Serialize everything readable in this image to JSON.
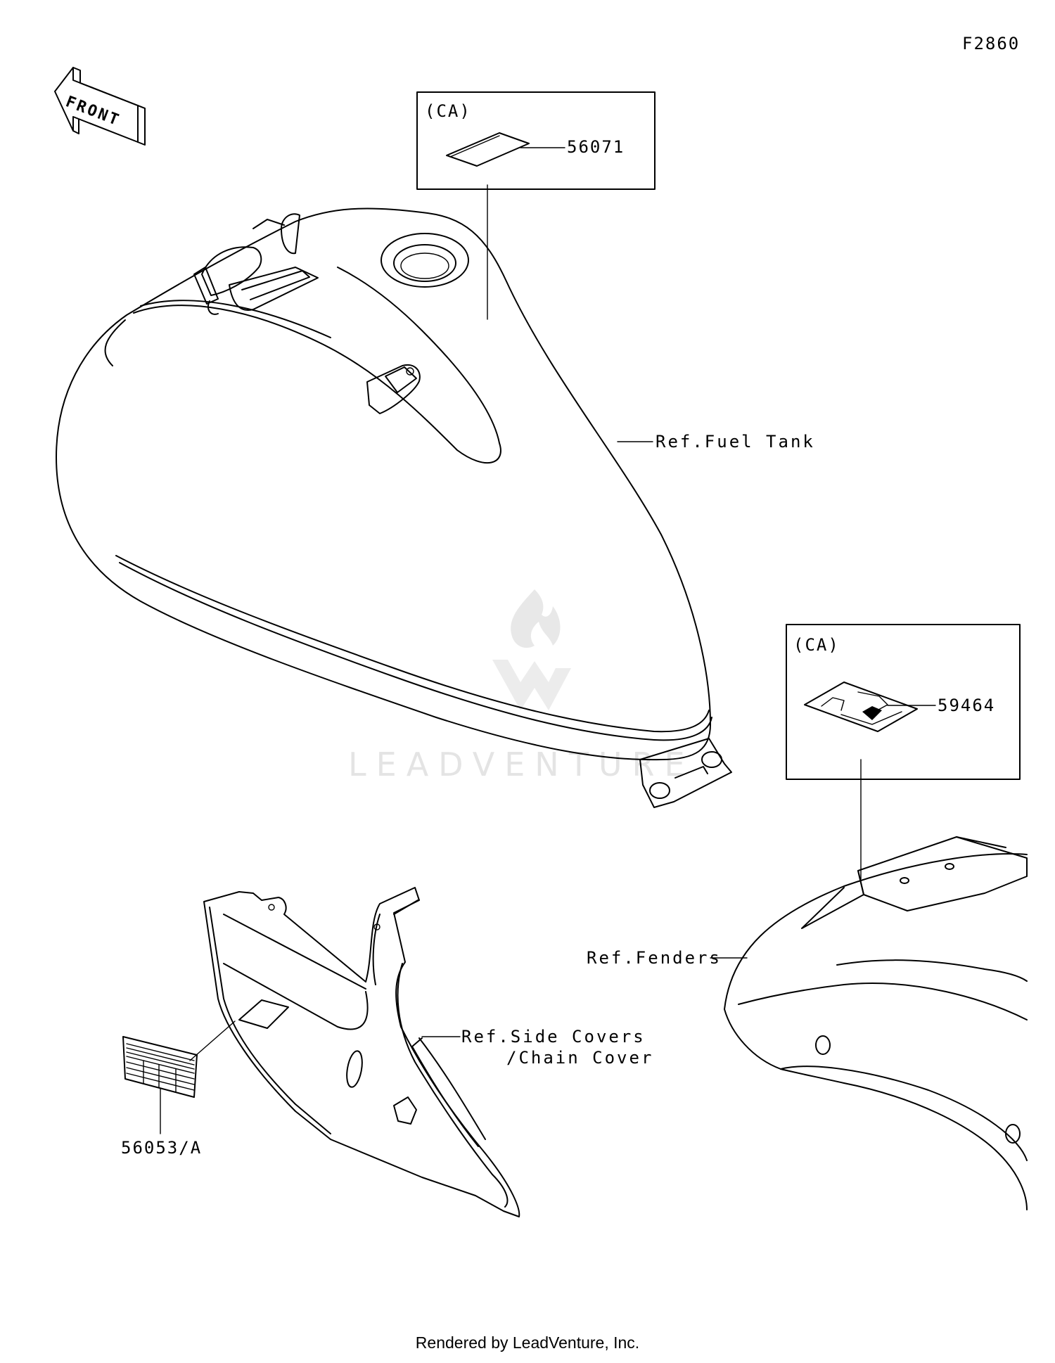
{
  "figure_code": "F2860",
  "front_label": "FRONT",
  "callouts": {
    "ca_top": "(CA)",
    "part_56071": "56071",
    "ref_fuel_tank": "Ref.Fuel Tank",
    "ca_right": "(CA)",
    "part_59464": "59464",
    "ref_fenders": "Ref.Fenders",
    "ref_side_covers": "Ref.Side Covers",
    "ref_chain_cover": "/Chain Cover",
    "part_56053": "56053/A"
  },
  "watermark": "LEADVENTURE",
  "footer": "Rendered by LeadVenture, Inc."
}
